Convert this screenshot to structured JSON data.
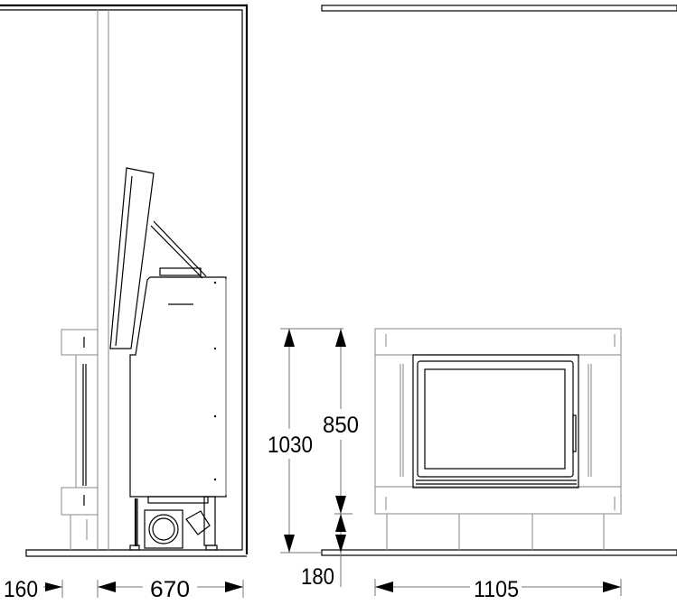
{
  "drawing": {
    "units": "mm",
    "dimensions": {
      "side_offset": "160",
      "side_depth": "670",
      "total_height": "1030",
      "unit_height": "850",
      "base_height": "180",
      "width": "1105"
    }
  }
}
